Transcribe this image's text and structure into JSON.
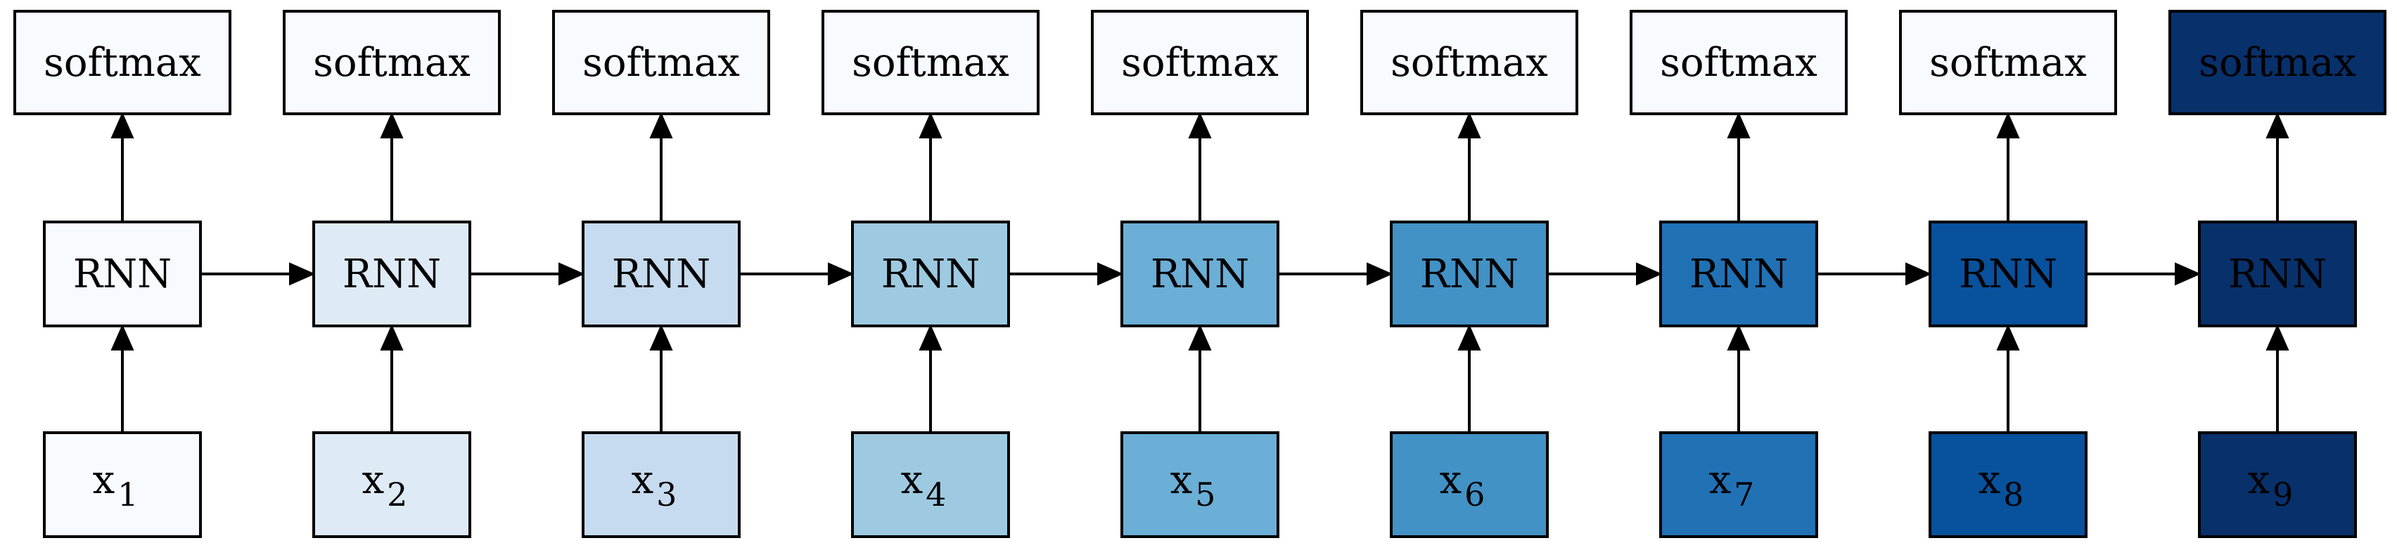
{
  "colors": {
    "stroke": "#000000",
    "text_dark": "#000000",
    "text_light": "#000000"
  },
  "columns": [
    {
      "softmax_label": "softmax",
      "rnn_label": "RNN",
      "input_base": "x",
      "input_sub": "1",
      "fill": "#f7fbff",
      "softmax_fill": "#f7fbff"
    },
    {
      "softmax_label": "softmax",
      "rnn_label": "RNN",
      "input_base": "x",
      "input_sub": "2",
      "fill": "#deebf7",
      "softmax_fill": "#f7fbff"
    },
    {
      "softmax_label": "softmax",
      "rnn_label": "RNN",
      "input_base": "x",
      "input_sub": "3",
      "fill": "#c6dbef",
      "softmax_fill": "#f7fbff"
    },
    {
      "softmax_label": "softmax",
      "rnn_label": "RNN",
      "input_base": "x",
      "input_sub": "4",
      "fill": "#9ecae1",
      "softmax_fill": "#f7fbff"
    },
    {
      "softmax_label": "softmax",
      "rnn_label": "RNN",
      "input_base": "x",
      "input_sub": "5",
      "fill": "#6baed6",
      "softmax_fill": "#f7fbff"
    },
    {
      "softmax_label": "softmax",
      "rnn_label": "RNN",
      "input_base": "x",
      "input_sub": "6",
      "fill": "#4292c6",
      "softmax_fill": "#f7fbff"
    },
    {
      "softmax_label": "softmax",
      "rnn_label": "RNN",
      "input_base": "x",
      "input_sub": "7",
      "fill": "#2171b5",
      "softmax_fill": "#f7fbff"
    },
    {
      "softmax_label": "softmax",
      "rnn_label": "RNN",
      "input_base": "x",
      "input_sub": "8",
      "fill": "#08519c",
      "softmax_fill": "#f7fbff"
    },
    {
      "softmax_label": "softmax",
      "rnn_label": "RNN",
      "input_base": "x",
      "input_sub": "9",
      "fill": "#08306b",
      "softmax_fill": "#08306b"
    }
  ]
}
